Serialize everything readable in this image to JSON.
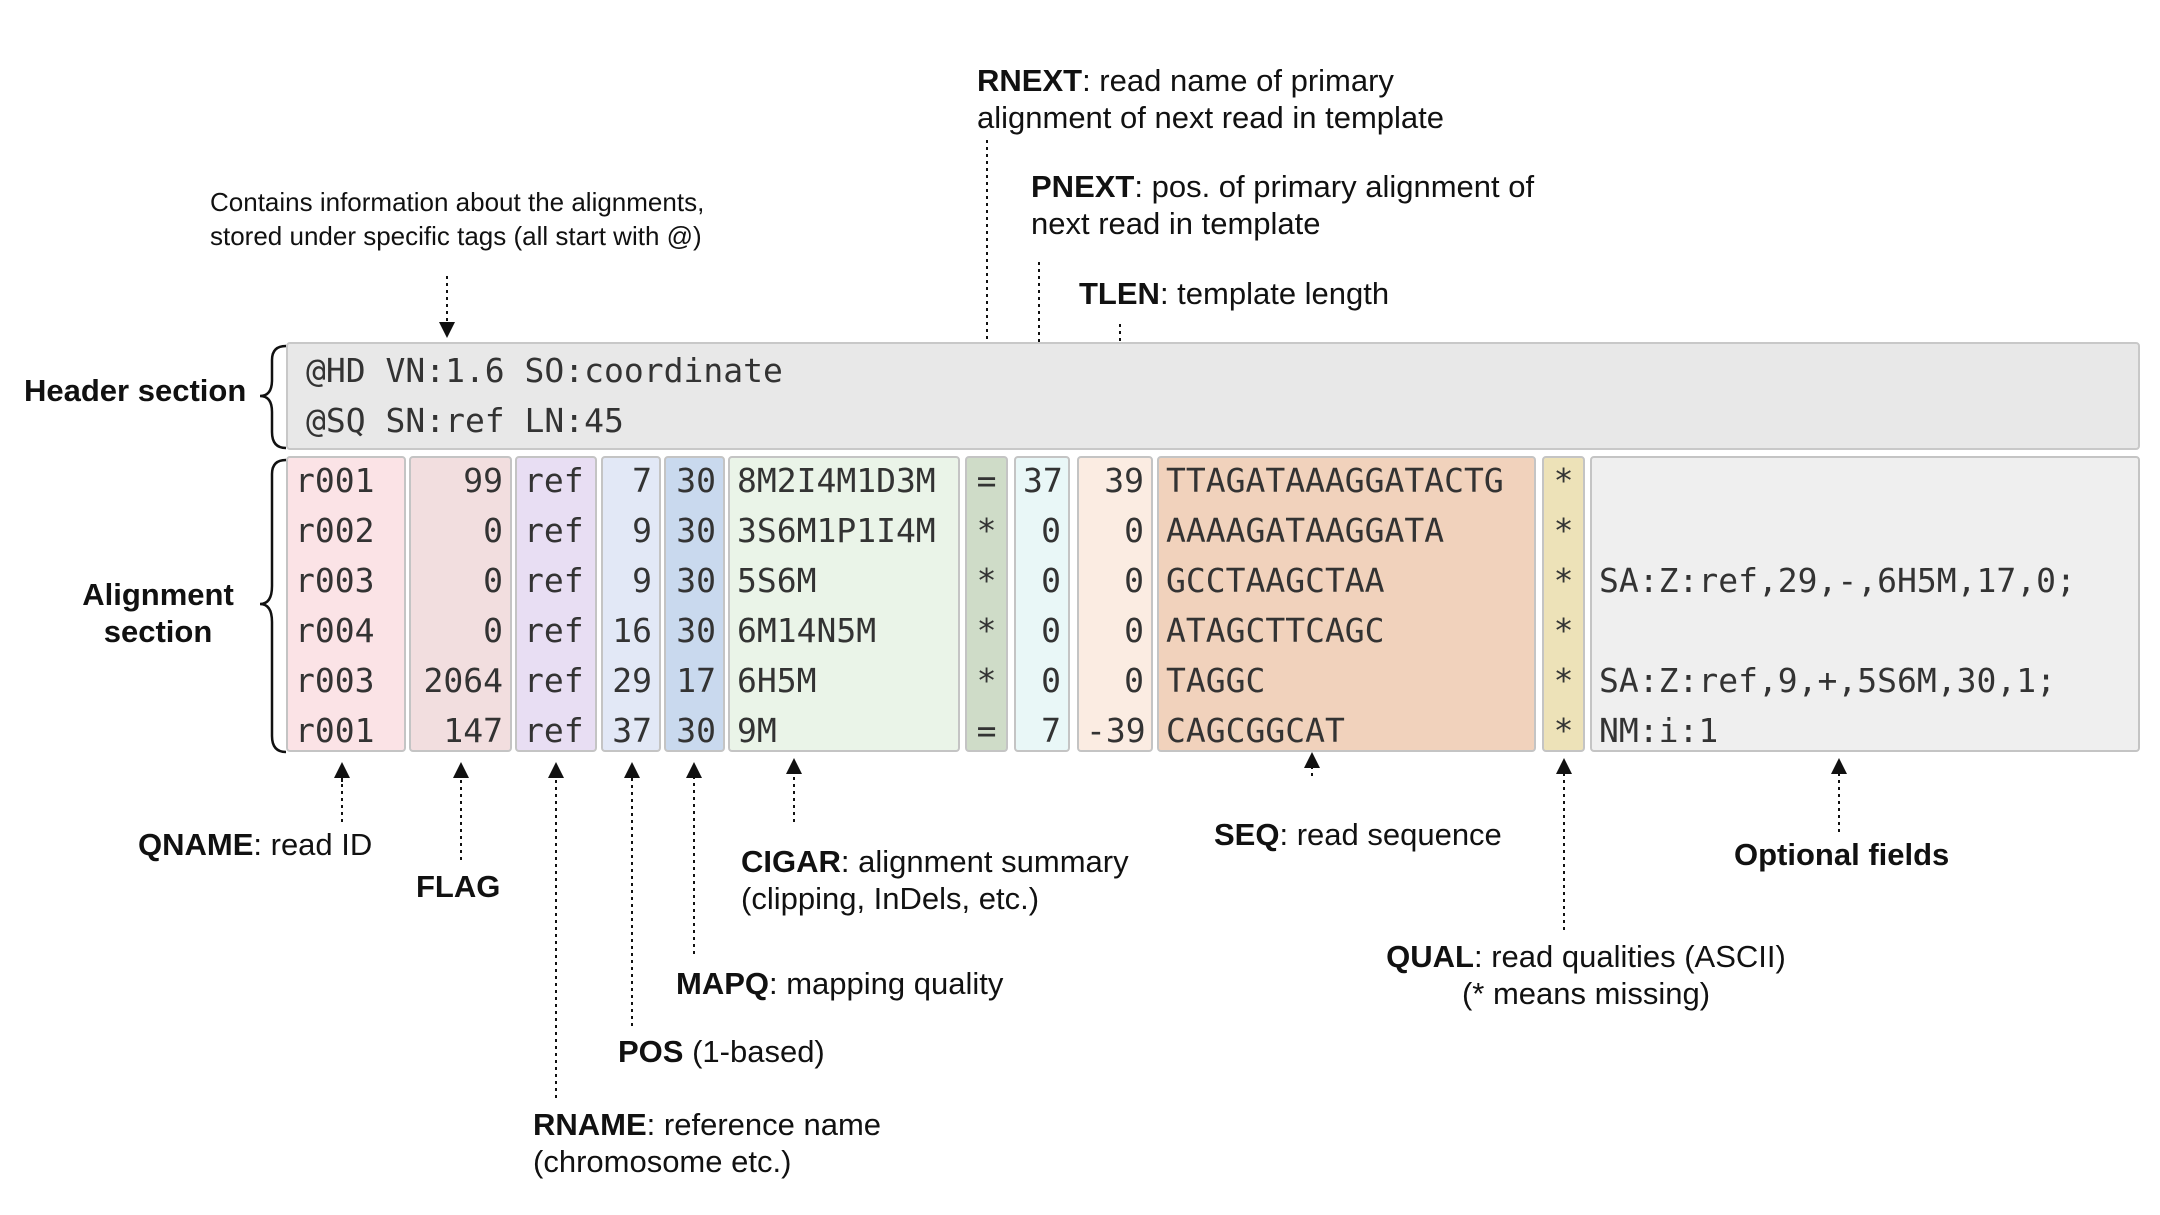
{
  "section_labels": {
    "header": "Header section",
    "alignment_line1": "Alignment",
    "alignment_line2": "section"
  },
  "header_lines": [
    "@HD VN:1.6 SO:coordinate",
    "@SQ SN:ref LN:45"
  ],
  "header_note": {
    "line1": "Contains information about the alignments,",
    "line2": "stored under specific tags (all start with @)"
  },
  "columns": [
    {
      "key": "qname",
      "color": "#fbe3e6",
      "align": "left",
      "values": [
        "r001",
        "r002",
        "r003",
        "r004",
        "r003",
        "r001"
      ]
    },
    {
      "key": "flag",
      "color": "#f2dedf",
      "align": "right",
      "values": [
        "99",
        "0",
        "0",
        "0",
        "2064",
        "147"
      ]
    },
    {
      "key": "rname",
      "color": "#e8def3",
      "align": "left",
      "values": [
        "ref",
        "ref",
        "ref",
        "ref",
        "ref",
        "ref"
      ]
    },
    {
      "key": "pos",
      "color": "#e2e8f6",
      "align": "right",
      "values": [
        "7",
        "9",
        "9",
        "16",
        "29",
        "37"
      ]
    },
    {
      "key": "mapq",
      "color": "#c9d9ee",
      "align": "right",
      "values": [
        "30",
        "30",
        "30",
        "30",
        "17",
        "30"
      ]
    },
    {
      "key": "cigar",
      "color": "#eaf4e8",
      "align": "left",
      "values": [
        "8M2I4M1D3M",
        "3S6M1P1I4M",
        "5S6M",
        "6M14N5M",
        "6H5M",
        "9M"
      ]
    },
    {
      "key": "rnext",
      "color": "#cfdcc8",
      "align": "center",
      "values": [
        "=",
        "*",
        "*",
        "*",
        "*",
        "="
      ]
    },
    {
      "key": "pnext",
      "color": "#e9f7f7",
      "align": "right",
      "values": [
        "37",
        "0",
        "0",
        "0",
        "0",
        "7"
      ]
    },
    {
      "key": "tlen",
      "color": "#fbece2",
      "align": "right",
      "values": [
        "39",
        "0",
        "0",
        "0",
        "0",
        "-39"
      ]
    },
    {
      "key": "seq",
      "color": "#f1d2bc",
      "align": "left",
      "values": [
        "TTAGATAAAGGATACTG",
        "AAAAGATAAGGATA",
        "GCCTAAGCTAA",
        "ATAGCTTCAGC",
        "TAGGC",
        "CAGCGGCAT"
      ]
    },
    {
      "key": "qual",
      "color": "#ede2b8",
      "align": "center",
      "values": [
        "*",
        "*",
        "*",
        "*",
        "*",
        "*"
      ]
    },
    {
      "key": "optional",
      "color": "#efefef",
      "align": "left",
      "values": [
        "",
        "",
        "SA:Z:ref,29,-,6H5M,17,0;",
        "",
        "SA:Z:ref,9,+,5S6M,30,1;",
        "NM:i:1"
      ]
    }
  ],
  "field_labels": {
    "rnext": {
      "name": "RNEXT",
      "desc_line1": ": read name of primary",
      "desc_line2": "alignment of next read in template"
    },
    "pnext": {
      "name": "PNEXT",
      "desc_line1": ": pos. of primary alignment of",
      "desc_line2": "next read in template"
    },
    "tlen": {
      "name": "TLEN",
      "desc": ": template length"
    },
    "qname": {
      "name": "QNAME",
      "desc": ": read ID"
    },
    "flag": {
      "name": "FLAG"
    },
    "rname": {
      "name": "RNAME",
      "desc_line1": ": reference name",
      "desc_line2": "(chromosome etc.)"
    },
    "pos": {
      "name": "POS",
      "desc": " (1-based)"
    },
    "mapq": {
      "name": "MAPQ",
      "desc": ": mapping quality"
    },
    "cigar": {
      "name": "CIGAR",
      "desc_line1": ": alignment summary",
      "desc_line2": "(clipping, InDels, etc.)"
    },
    "seq": {
      "name": "SEQ",
      "desc": ": read sequence"
    },
    "qual": {
      "name": "QUAL",
      "desc_line1": ": read qualities (ASCII)",
      "desc_line2": "(* means missing)"
    },
    "optional": {
      "name": "Optional fields"
    }
  }
}
